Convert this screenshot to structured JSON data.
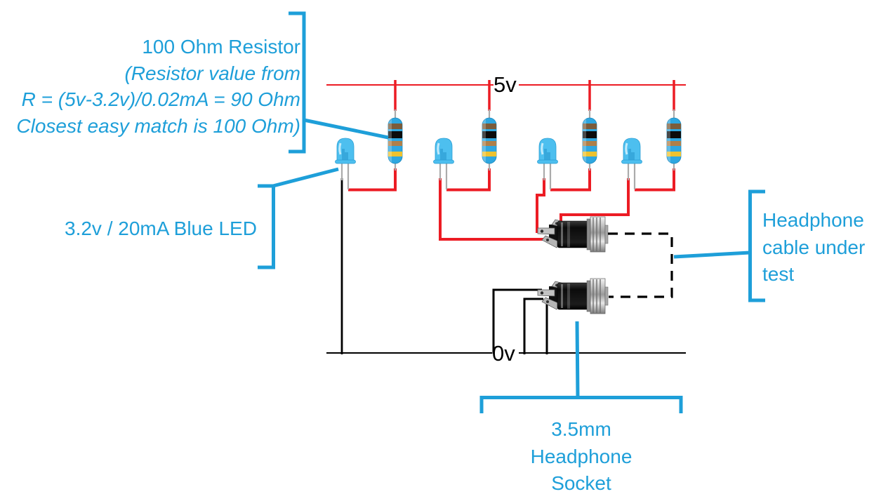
{
  "rails": {
    "top": "5v",
    "bottom": "0v"
  },
  "annotations": {
    "resistor": {
      "lines": [
        "100 Ohm Resistor",
        "(Resistor value from",
        "R = (5v-3.2v)/0.02mA = 90 Ohm",
        "Closest easy match is 100 Ohm)"
      ]
    },
    "led": "3.2v / 20mA Blue LED",
    "cable": {
      "lines": [
        "Headphone",
        "cable under",
        "test"
      ]
    },
    "socket": {
      "lines": [
        "3.5mm",
        "Headphone",
        "Socket"
      ]
    }
  },
  "components": {
    "led_count": 4,
    "resistor_count": 4,
    "socket_count": 2,
    "icons": [
      "led-icon",
      "resistor-icon",
      "headphone-socket-icon"
    ]
  },
  "colors": {
    "annotation": "#1E9FD9",
    "wire_red": "#EC1C24",
    "wire_black": "#000000",
    "lead_silver": "#ABABAB",
    "led_body": "#4DBFEF",
    "led_highlight": "#D8F2FD",
    "led_inner": "#2795CC",
    "resistor_body": "#2EA7E0",
    "band_brown": "#7B5C3B",
    "band_black": "#0C0C0C",
    "band_tan": "#AF7F49",
    "band_gold": "#EEC22F",
    "socket_body": "#151515",
    "metal_light": "#E8E8E8",
    "metal_dark": "#6E6E6E"
  }
}
